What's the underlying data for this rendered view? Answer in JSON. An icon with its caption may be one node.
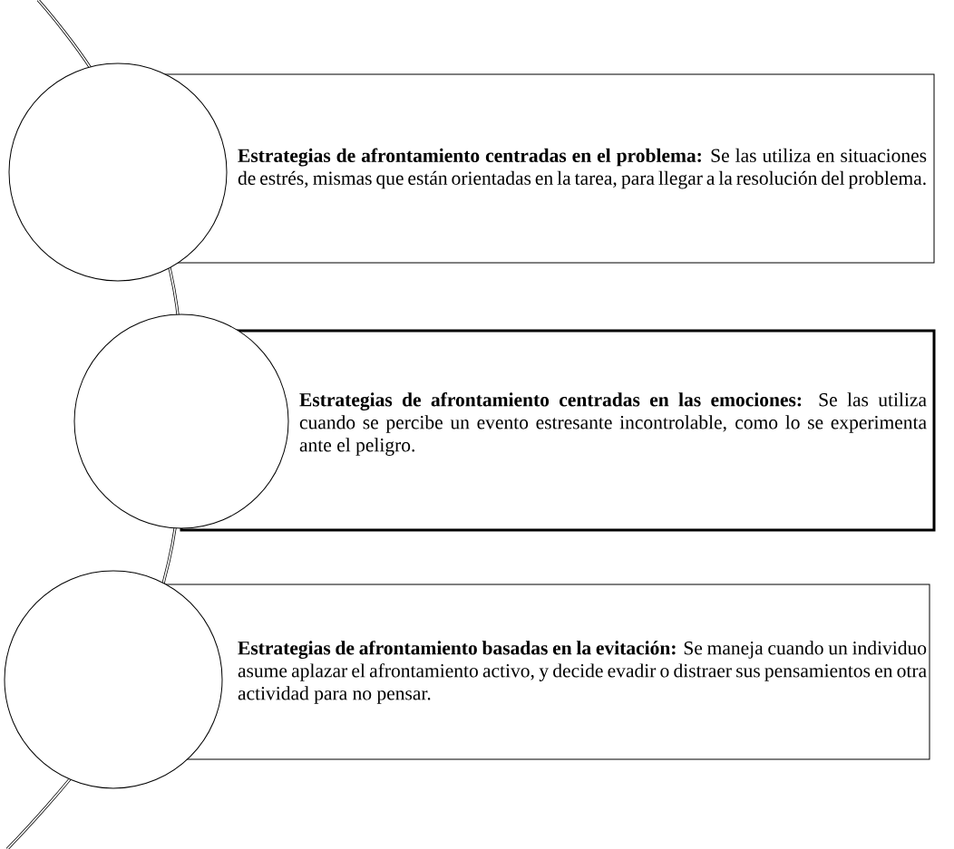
{
  "diagram": {
    "nodes": [
      {
        "text": [],
        "shape": "circle"
      },
      {
        "text": [
          "**Estrategias de afrontamiento centradas en el problema:** Se las utiliza en situaciones de estrés, mismas que están orientadas en la tarea, para llegar a la resolución del problema."
        ]
      },
      {
        "text": [],
        "shape": "circle"
      },
      {
        "text": [
          "**Estrategias de afrontamiento centradas en las emociones:** Se las utiliza cuando se percibe un evento estresante incontrolable, como lo se experimenta ante el peligro."
        ]
      },
      {
        "text": [],
        "shape": "circle"
      },
      {
        "text": [
          "**Estrategias de afrontamiento basadas en la evitación:** Se maneja cuando un individuo asume aplazar el afrontamiento activo, y decide evadir o distraer sus pensamientos en otra actividad para no pensar."
        ]
      }
    ]
  }
}
